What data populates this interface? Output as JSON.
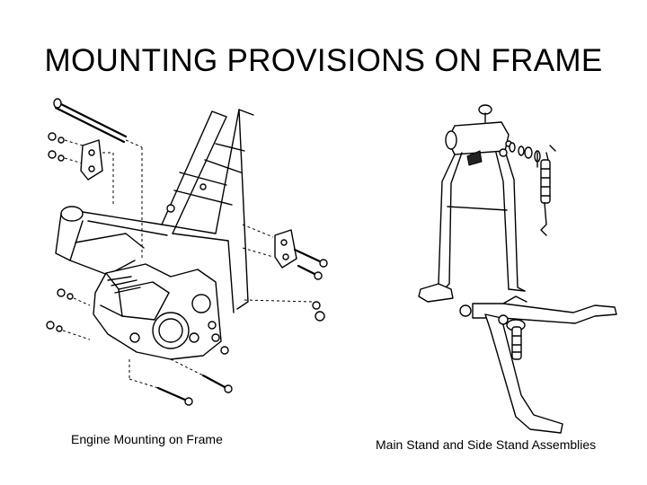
{
  "slide": {
    "title": "MOUNTING PROVISIONS ON FRAME",
    "left_caption": "Engine Mounting on Frame",
    "right_caption": "Main Stand and Side Stand Assemblies"
  },
  "figures": {
    "left_icon": "engine-frame-exploded-diagram",
    "right_icon": "main-stand-side-stand-diagram",
    "line_color": "#000000",
    "background": "#ffffff"
  }
}
